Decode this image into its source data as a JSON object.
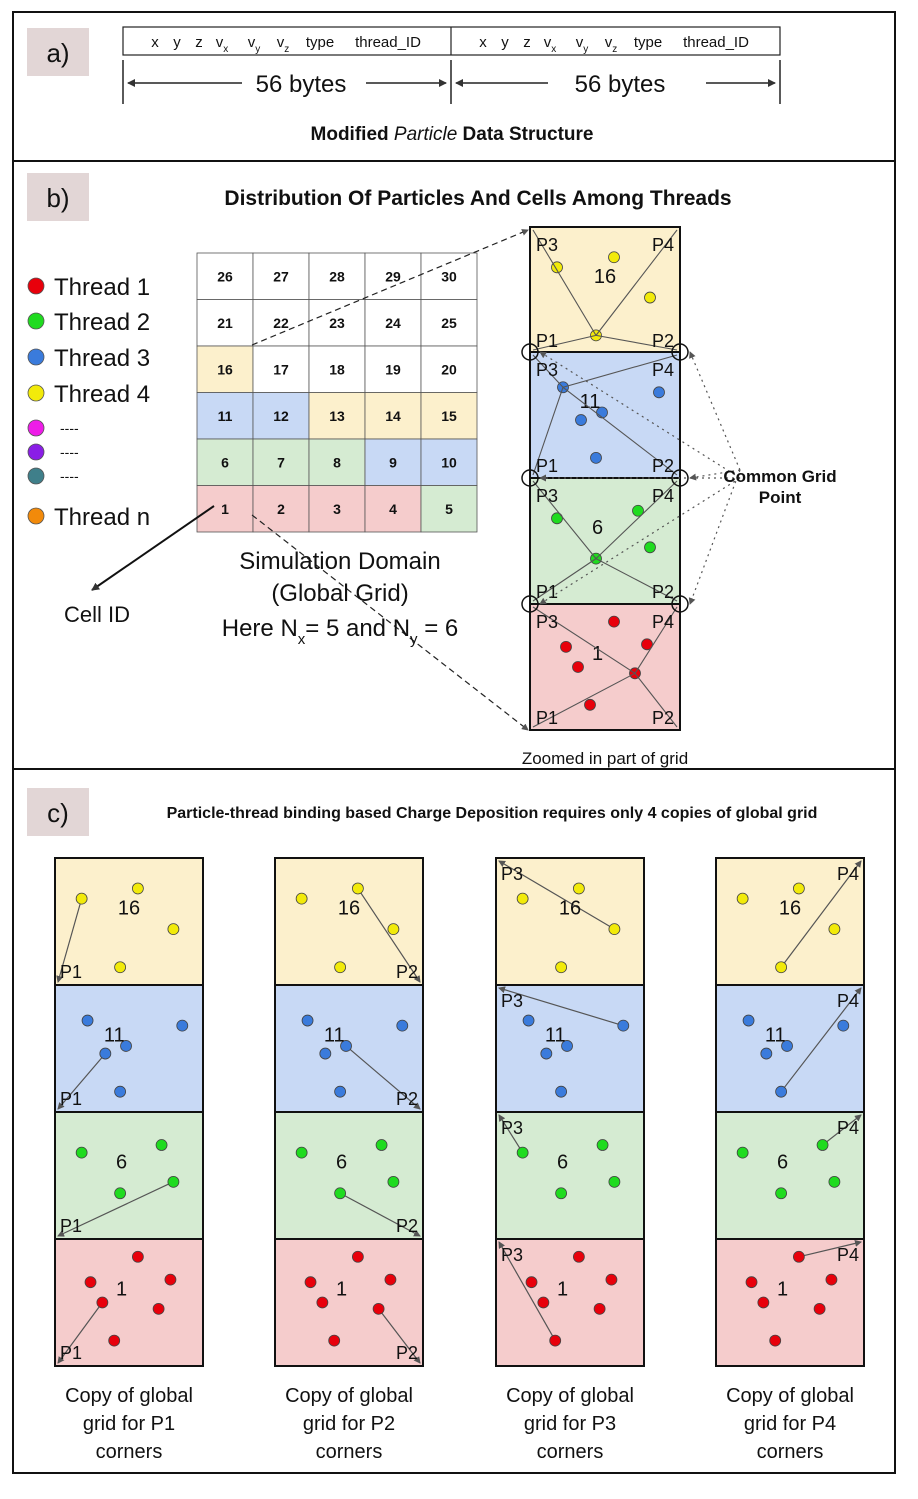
{
  "section_a": {
    "label": "a)",
    "fields": [
      {
        "text": "x",
        "sub": ""
      },
      {
        "text": "y",
        "sub": ""
      },
      {
        "text": "z",
        "sub": ""
      },
      {
        "text": "v",
        "sub": "x"
      },
      {
        "text": "v",
        "sub": "y"
      },
      {
        "text": "v",
        "sub": "z"
      },
      {
        "text": "type",
        "sub": ""
      },
      {
        "text": "thread_ID",
        "sub": ""
      }
    ],
    "bytes_label": "56 bytes",
    "caption_pre": "Modified ",
    "caption_italic": "Particle",
    "caption_post": " Data Structure"
  },
  "section_b": {
    "label": "b)",
    "title": "Distribution Of Particles And Cells Among Threads",
    "legend": [
      {
        "label": "Thread 1",
        "color": "#e8000b"
      },
      {
        "label": "Thread 2",
        "color": "#1fdb1f"
      },
      {
        "label": "Thread 3",
        "color": "#3a7bdc"
      },
      {
        "label": "Thread 4",
        "color": "#f2ea0a"
      },
      {
        "label": "----",
        "color": "#ee1ce8"
      },
      {
        "label": "----",
        "color": "#8a1ee6"
      },
      {
        "label": "----",
        "color": "#3f7f8a"
      },
      {
        "label": "Thread n",
        "color": "#f28a0a"
      }
    ],
    "grid_rows": [
      [
        "26",
        "27",
        "28",
        "29",
        "30"
      ],
      [
        "21",
        "22",
        "23",
        "24",
        "25"
      ],
      [
        "16",
        "17",
        "18",
        "19",
        "20"
      ],
      [
        "11",
        "12",
        "13",
        "14",
        "15"
      ],
      [
        "6",
        "7",
        "8",
        "9",
        "10"
      ],
      [
        "1",
        "2",
        "3",
        "4",
        "5"
      ]
    ],
    "cell_id_label": "Cell ID",
    "domain_line1": "Simulation Domain",
    "domain_line2": "(Global Grid)",
    "domain_here": "Here N",
    "domain_x_sub": "x",
    "domain_eq1": "= 5 and N",
    "domain_y_sub": "y",
    "domain_eq2": " = 6",
    "zoom_cells": [
      "16",
      "11",
      "6",
      "1"
    ],
    "corners": [
      "P1",
      "P2",
      "P3",
      "P4"
    ],
    "common_line1": "Common Grid",
    "common_line2": "Point",
    "zoom_caption": "Zoomed in part of grid"
  },
  "section_c": {
    "label": "c)",
    "title": "Particle-thread binding based Charge Deposition requires only 4 copies of global grid",
    "copies": [
      {
        "corner": "P1",
        "line1": "Copy of global",
        "line2": "grid for P1",
        "line3": "corners"
      },
      {
        "corner": "P2",
        "line1": "Copy of global",
        "line2": "grid for P2",
        "line3": "corners"
      },
      {
        "corner": "P3",
        "line1": "Copy of global",
        "line2": "grid for P3",
        "line3": "corners"
      },
      {
        "corner": "P4",
        "line1": "Copy of global",
        "line2": "grid for P4",
        "line3": "corners"
      }
    ]
  },
  "colors": {
    "yellow_cell": "#fcf0cc",
    "blue_cell": "#c8d9f5",
    "green_cell": "#d5ebd2",
    "red_cell": "#f5cccc",
    "label_box": "#e2d6d6"
  }
}
